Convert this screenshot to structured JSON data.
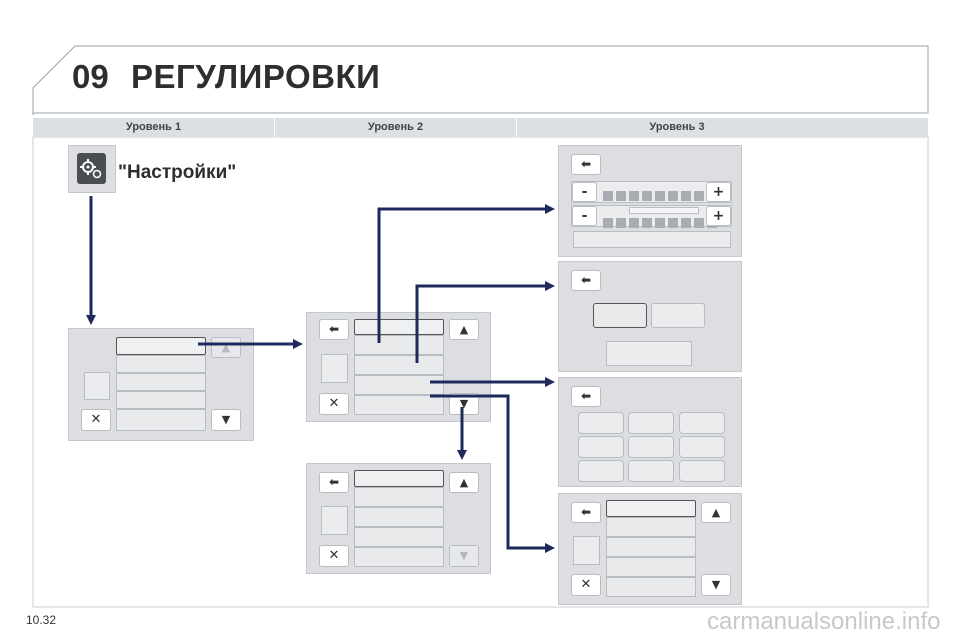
{
  "header": {
    "chapter_number": "09",
    "title": "РЕГУЛИРОВКИ"
  },
  "levels": [
    "Уровень 1",
    "Уровень 2",
    "Уровень 3"
  ],
  "settings_label": "\"Настройки\"",
  "icons": {
    "back": "back-arrow-icon",
    "up": "up-arrow-icon",
    "down": "down-arrow-icon",
    "close": "close-icon",
    "settings": "settings-gear-icon"
  },
  "glyphs": {
    "back": "⬅",
    "up": "▲",
    "down": "▼",
    "close": "✕",
    "minus": "-",
    "plus": "+"
  },
  "colors": {
    "connector": "#1f2a5c",
    "panel": "#dcdee1",
    "level_bar": "#dcdfe3"
  },
  "footer": {
    "page_number": "10.32",
    "watermark": "carmanualsonline.info"
  }
}
